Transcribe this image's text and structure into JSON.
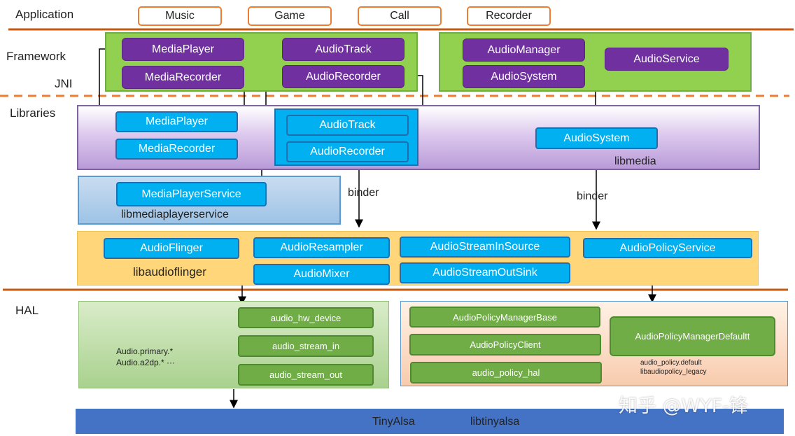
{
  "layers": {
    "application": "Application",
    "framework": "Framework",
    "jni": "JNI",
    "libraries": "Libraries",
    "hal": "HAL"
  },
  "apps": [
    "Music",
    "Game",
    "Call",
    "Recorder"
  ],
  "framework": {
    "media": [
      "MediaPlayer",
      "MediaRecorder"
    ],
    "audio_track": [
      "AudioTrack",
      "AudioRecorder"
    ],
    "manager": [
      "AudioManager",
      "AudioSystem"
    ],
    "service": "AudioService"
  },
  "libraries": {
    "media": [
      "MediaPlayer",
      "MediaRecorder"
    ],
    "audio_track": [
      "AudioTrack",
      "AudioRecorder"
    ],
    "audio_system": "AudioSystem",
    "libmedia": "libmedia",
    "mps": "MediaPlayerService",
    "libmps": "libmediaplayerservice",
    "binder_left": "binder",
    "binder_right": "binder"
  },
  "flinger": {
    "audioflinger": "AudioFlinger",
    "resampler": "AudioResampler",
    "mixer": "AudioMixer",
    "stream_in": "AudioStreamInSource",
    "stream_out": "AudioStreamOutSink",
    "policy_service": "AudioPolicyService",
    "lib": "libaudioflinger"
  },
  "hal": {
    "hw": [
      "audio_hw_device",
      "audio_stream_in",
      "audio_stream_out"
    ],
    "audio_libs": [
      "Audio.primary.*",
      "Audio.a2dp.* ···"
    ],
    "policy": [
      "AudioPolicyManagerBase",
      "AudioPolicyClient",
      "audio_policy_hal"
    ],
    "policy_default": "AudioPolicyManagerDefaultt",
    "policy_libs": [
      "audio_policy.default",
      "libaudiopolicy_legacy"
    ]
  },
  "tinyalsa": {
    "name": "TinyAlsa",
    "lib": "libtinyalsa"
  },
  "watermark": "知乎 @WYF-锋",
  "colors": {
    "orange": "#ed7d31",
    "framework_green": "#92d050",
    "purple": "#7030a0",
    "blue_box": "#00b0f0",
    "hal_green": "#70ad47",
    "tinyalsa": "#4472c4"
  }
}
